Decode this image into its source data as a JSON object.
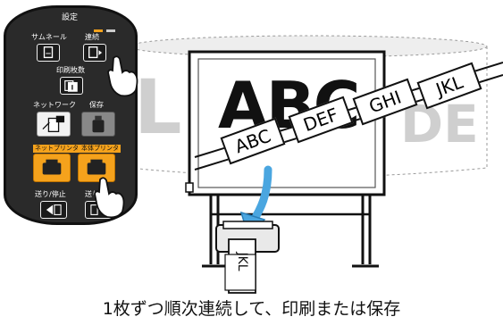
{
  "panel": {
    "title": "設定",
    "thumbnail_label": "サムネール",
    "continuous_label": "連続",
    "print_count_label": "印刷枚数",
    "network_label": "ネットワーク",
    "save_label": "保存",
    "net_printer_label": "ネットプリンタ",
    "body_printer_label": "本体プリンタ",
    "feed_stop_label": "送り/停止",
    "feed_back_label": "送り/"
  },
  "board": {
    "big_text_left": "L",
    "big_text_main": "ABC",
    "big_text_right": "DE",
    "tape_cards": [
      "ABC",
      "DEF",
      "GHI",
      "JKL"
    ],
    "printout_text": "JKL"
  },
  "caption": "1枚ずつ順次連続して、印刷または保存",
  "colors": {
    "orange": "#f5a21c",
    "arrow_blue": "#4aa6e0",
    "panel_bg": "#2a2a2a"
  }
}
